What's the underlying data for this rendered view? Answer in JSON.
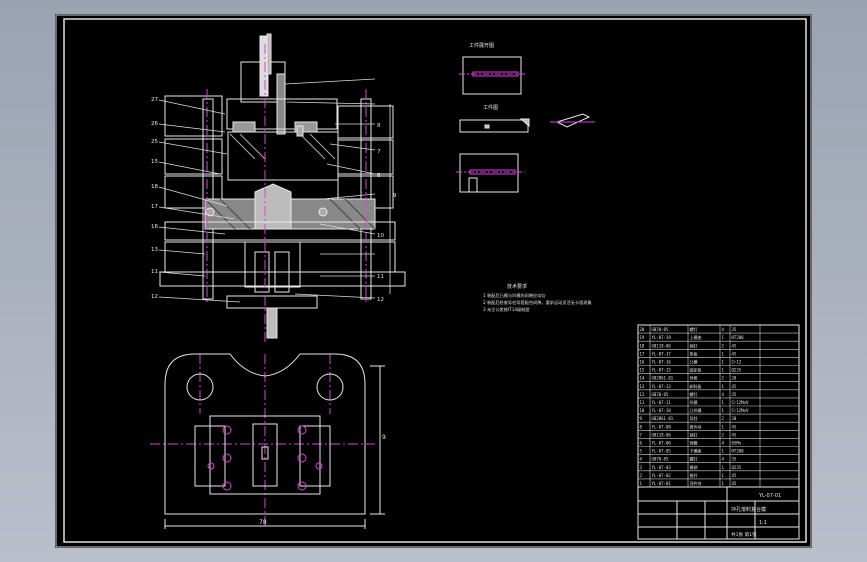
{
  "drawing": {
    "section_callouts": [
      "27",
      "26",
      "25",
      "15",
      "18",
      "17",
      "16",
      "13",
      "11",
      "12"
    ],
    "right_callouts": [
      "8",
      "7",
      "6",
      "9",
      "10",
      "11",
      "12"
    ],
    "dimension_width": "78",
    "dimension_height": "9",
    "notes_title": "技术要求",
    "notes": [
      "1 装配后凸模与凹模的间隙应均匀",
      "2 装配后检查导柱导套配合间隙，要求运动灵活无卡阻现象",
      "3 未注公差按IT14级制造"
    ],
    "blank_view_title": "工件展开图",
    "part_view_title": "工件图",
    "title_block": {
      "drawing_no": "YL-07-01",
      "drawing_name": "冲孔落料复合模",
      "scale": "1:1",
      "sheet": "共1张 第1张"
    }
  },
  "bom": {
    "rows": [
      {
        "no": "20",
        "code": "GB70-85",
        "name": "螺钉",
        "qty": "4",
        "mat": "35"
      },
      {
        "no": "19",
        "code": "YL-07-19",
        "name": "上模座",
        "qty": "1",
        "mat": "HT200"
      },
      {
        "no": "18",
        "code": "GB119-86",
        "name": "销钉",
        "qty": "2",
        "mat": "45"
      },
      {
        "no": "17",
        "code": "YL-07-17",
        "name": "垫板",
        "qty": "1",
        "mat": "45"
      },
      {
        "no": "16",
        "code": "YL-07-16",
        "name": "凸模",
        "qty": "1",
        "mat": "Cr12"
      },
      {
        "no": "15",
        "code": "YL-07-15",
        "name": "固定板",
        "qty": "1",
        "mat": "Q235"
      },
      {
        "no": "14",
        "code": "GB2861-81",
        "name": "导套",
        "qty": "2",
        "mat": "20"
      },
      {
        "no": "13",
        "code": "YL-07-13",
        "name": "卸料板",
        "qty": "1",
        "mat": "45"
      },
      {
        "no": "12",
        "code": "GB70-85",
        "name": "螺钉",
        "qty": "4",
        "mat": "35"
      },
      {
        "no": "11",
        "code": "YL-07-11",
        "name": "凹模",
        "qty": "1",
        "mat": "Cr12MoV"
      },
      {
        "no": "10",
        "code": "YL-07-10",
        "name": "凸凹模",
        "qty": "1",
        "mat": "Cr12MoV"
      },
      {
        "no": "9",
        "code": "GB2861-81",
        "name": "导柱",
        "qty": "2",
        "mat": "20"
      },
      {
        "no": "8",
        "code": "YL-07-08",
        "name": "推件块",
        "qty": "1",
        "mat": "45"
      },
      {
        "no": "7",
        "code": "GB119-86",
        "name": "销钉",
        "qty": "2",
        "mat": "45"
      },
      {
        "no": "6",
        "code": "YL-07-06",
        "name": "弹簧",
        "qty": "4",
        "mat": "65Mn"
      },
      {
        "no": "5",
        "code": "YL-07-05",
        "name": "下模座",
        "qty": "1",
        "mat": "HT200"
      },
      {
        "no": "4",
        "code": "GB70-85",
        "name": "螺钉",
        "qty": "4",
        "mat": "35"
      },
      {
        "no": "3",
        "code": "YL-07-03",
        "name": "模柄",
        "qty": "1",
        "mat": "Q235"
      },
      {
        "no": "2",
        "code": "YL-07-02",
        "name": "推杆",
        "qty": "1",
        "mat": "45"
      },
      {
        "no": "1",
        "code": "YL-07-01",
        "name": "顶件块",
        "qty": "1",
        "mat": "45"
      }
    ]
  }
}
